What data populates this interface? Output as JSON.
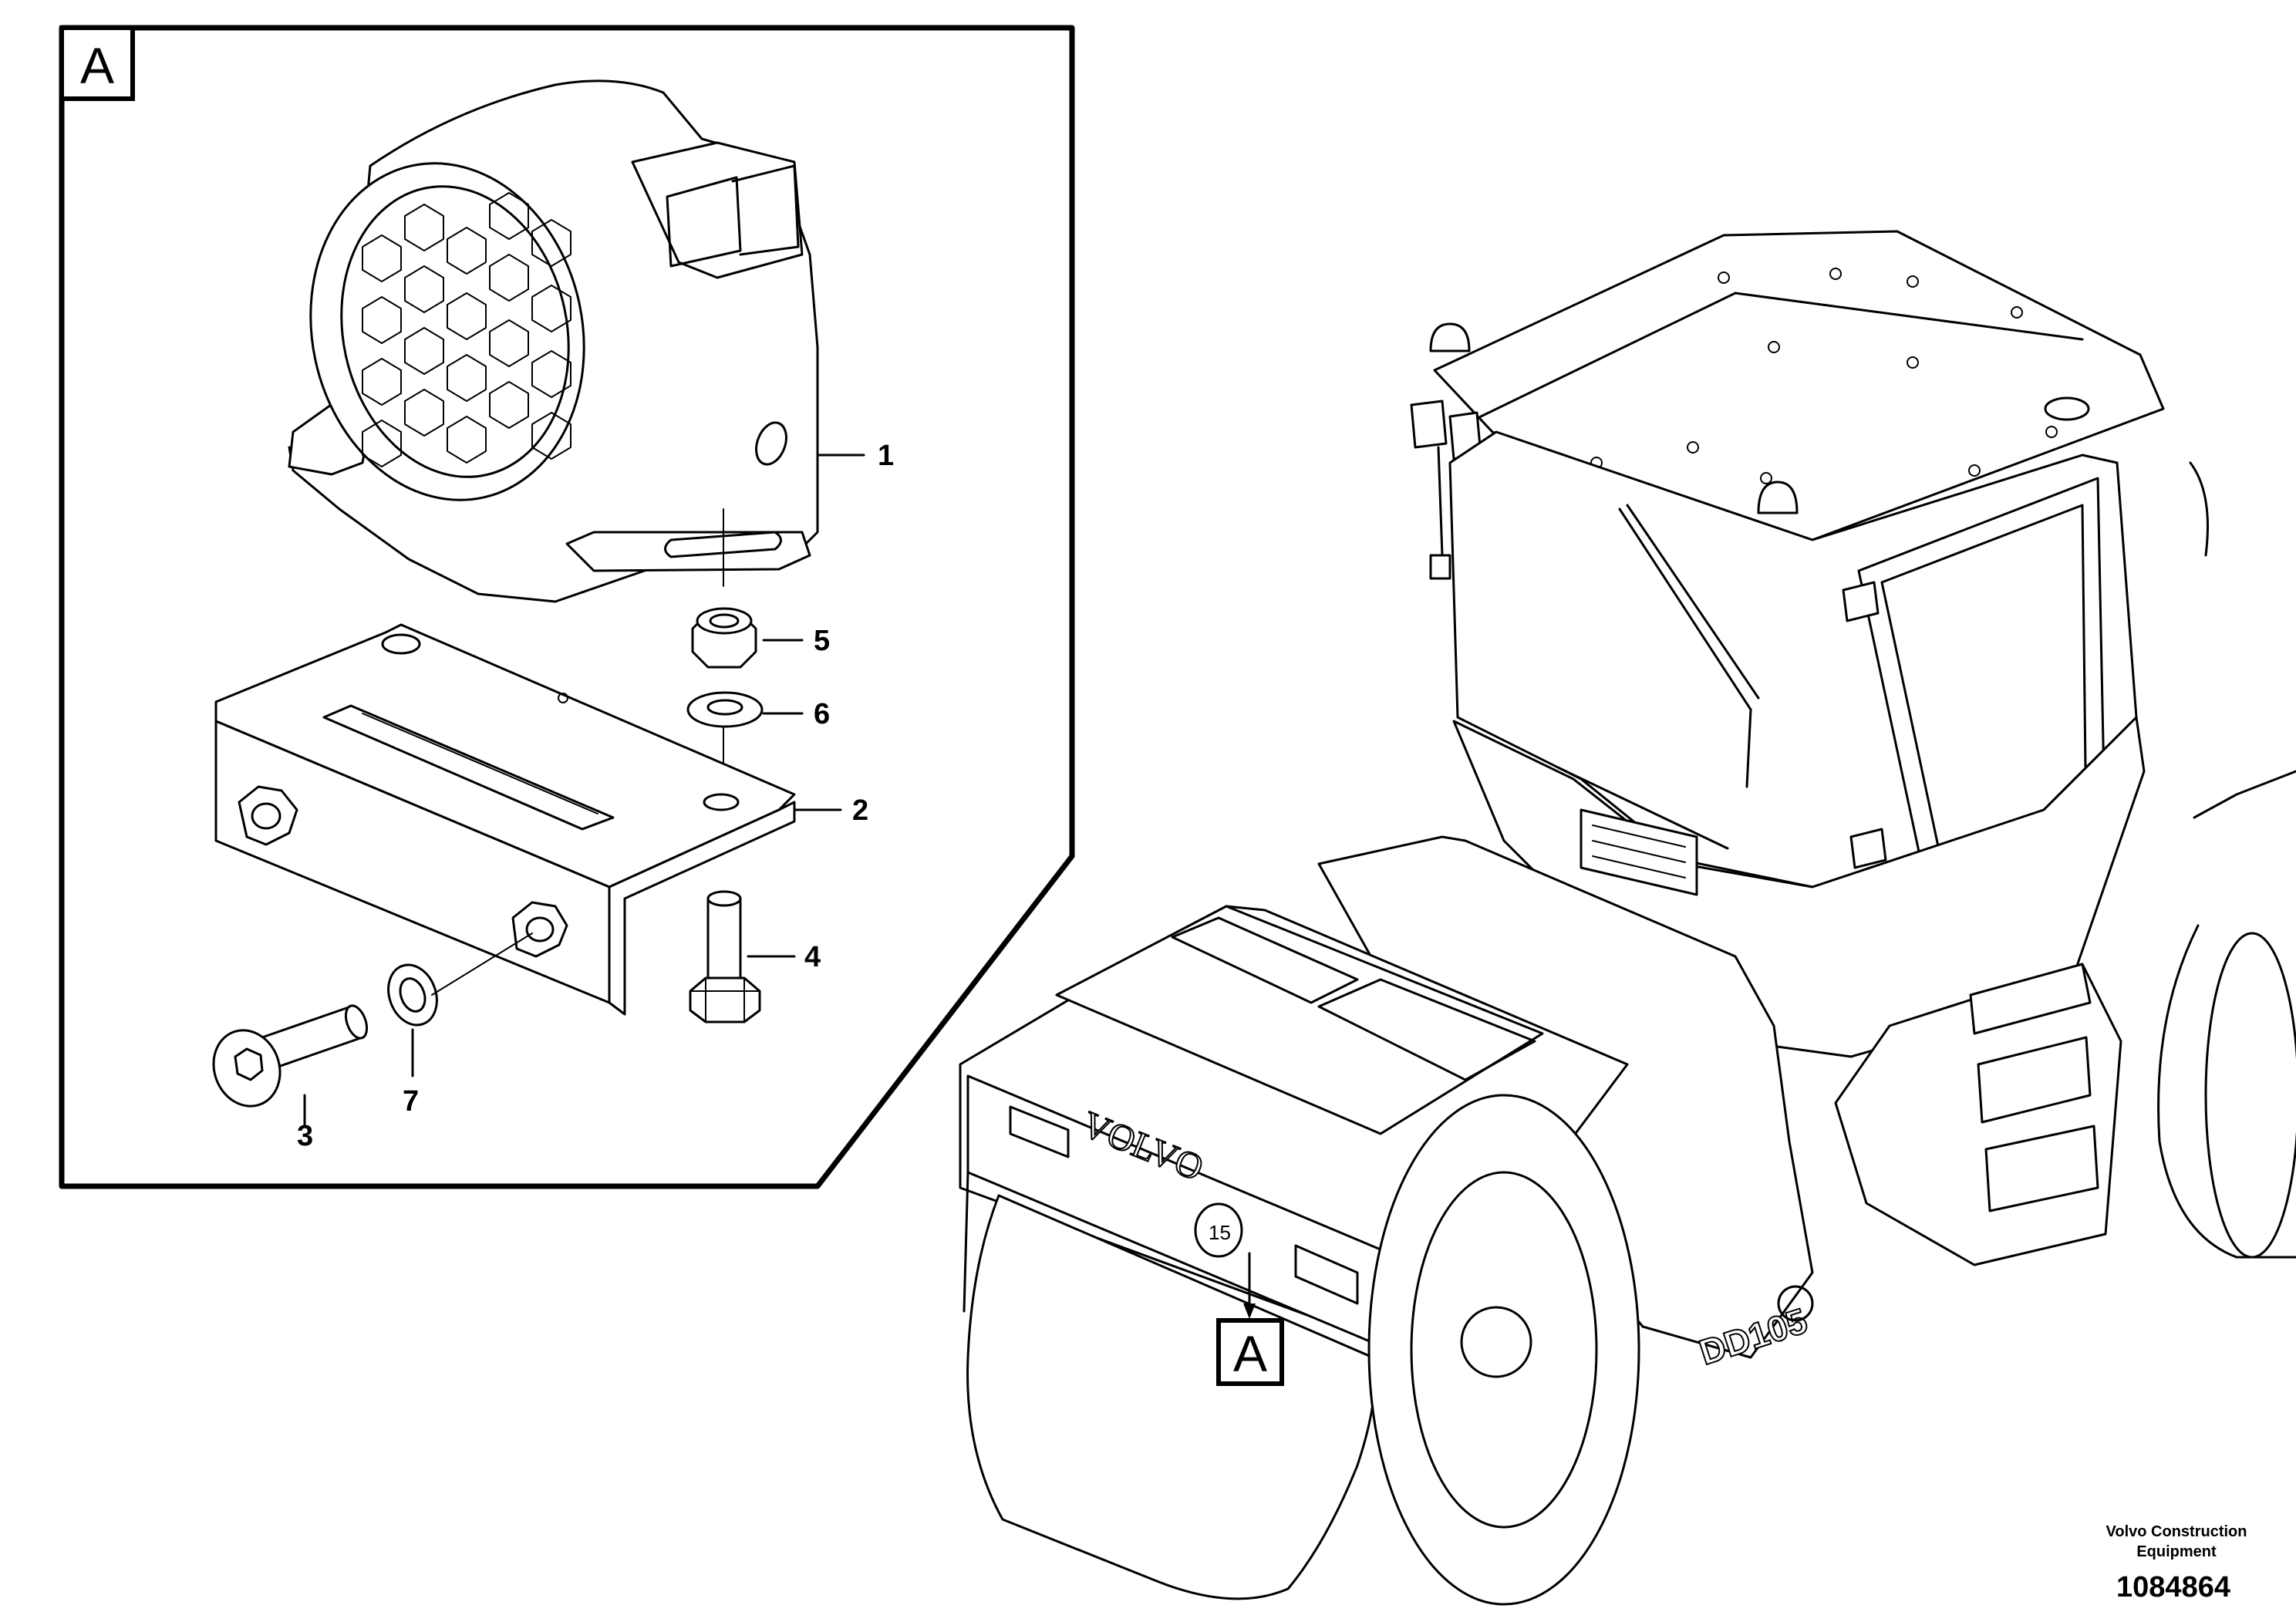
{
  "detail_view": {
    "label": "A",
    "callouts": [
      {
        "id": "1",
        "text": "1"
      },
      {
        "id": "2",
        "text": "2"
      },
      {
        "id": "3",
        "text": "3"
      },
      {
        "id": "4",
        "text": "4"
      },
      {
        "id": "5",
        "text": "5"
      },
      {
        "id": "6",
        "text": "6"
      },
      {
        "id": "7",
        "text": "7"
      }
    ]
  },
  "machine_view": {
    "location_marker": "A",
    "brand_lettering": "VOLVO",
    "model_lettering": "DD105",
    "badge": "15"
  },
  "footer": {
    "company_line1": "Volvo Construction",
    "company_line2": "Equipment",
    "drawing_number": "1084864"
  }
}
